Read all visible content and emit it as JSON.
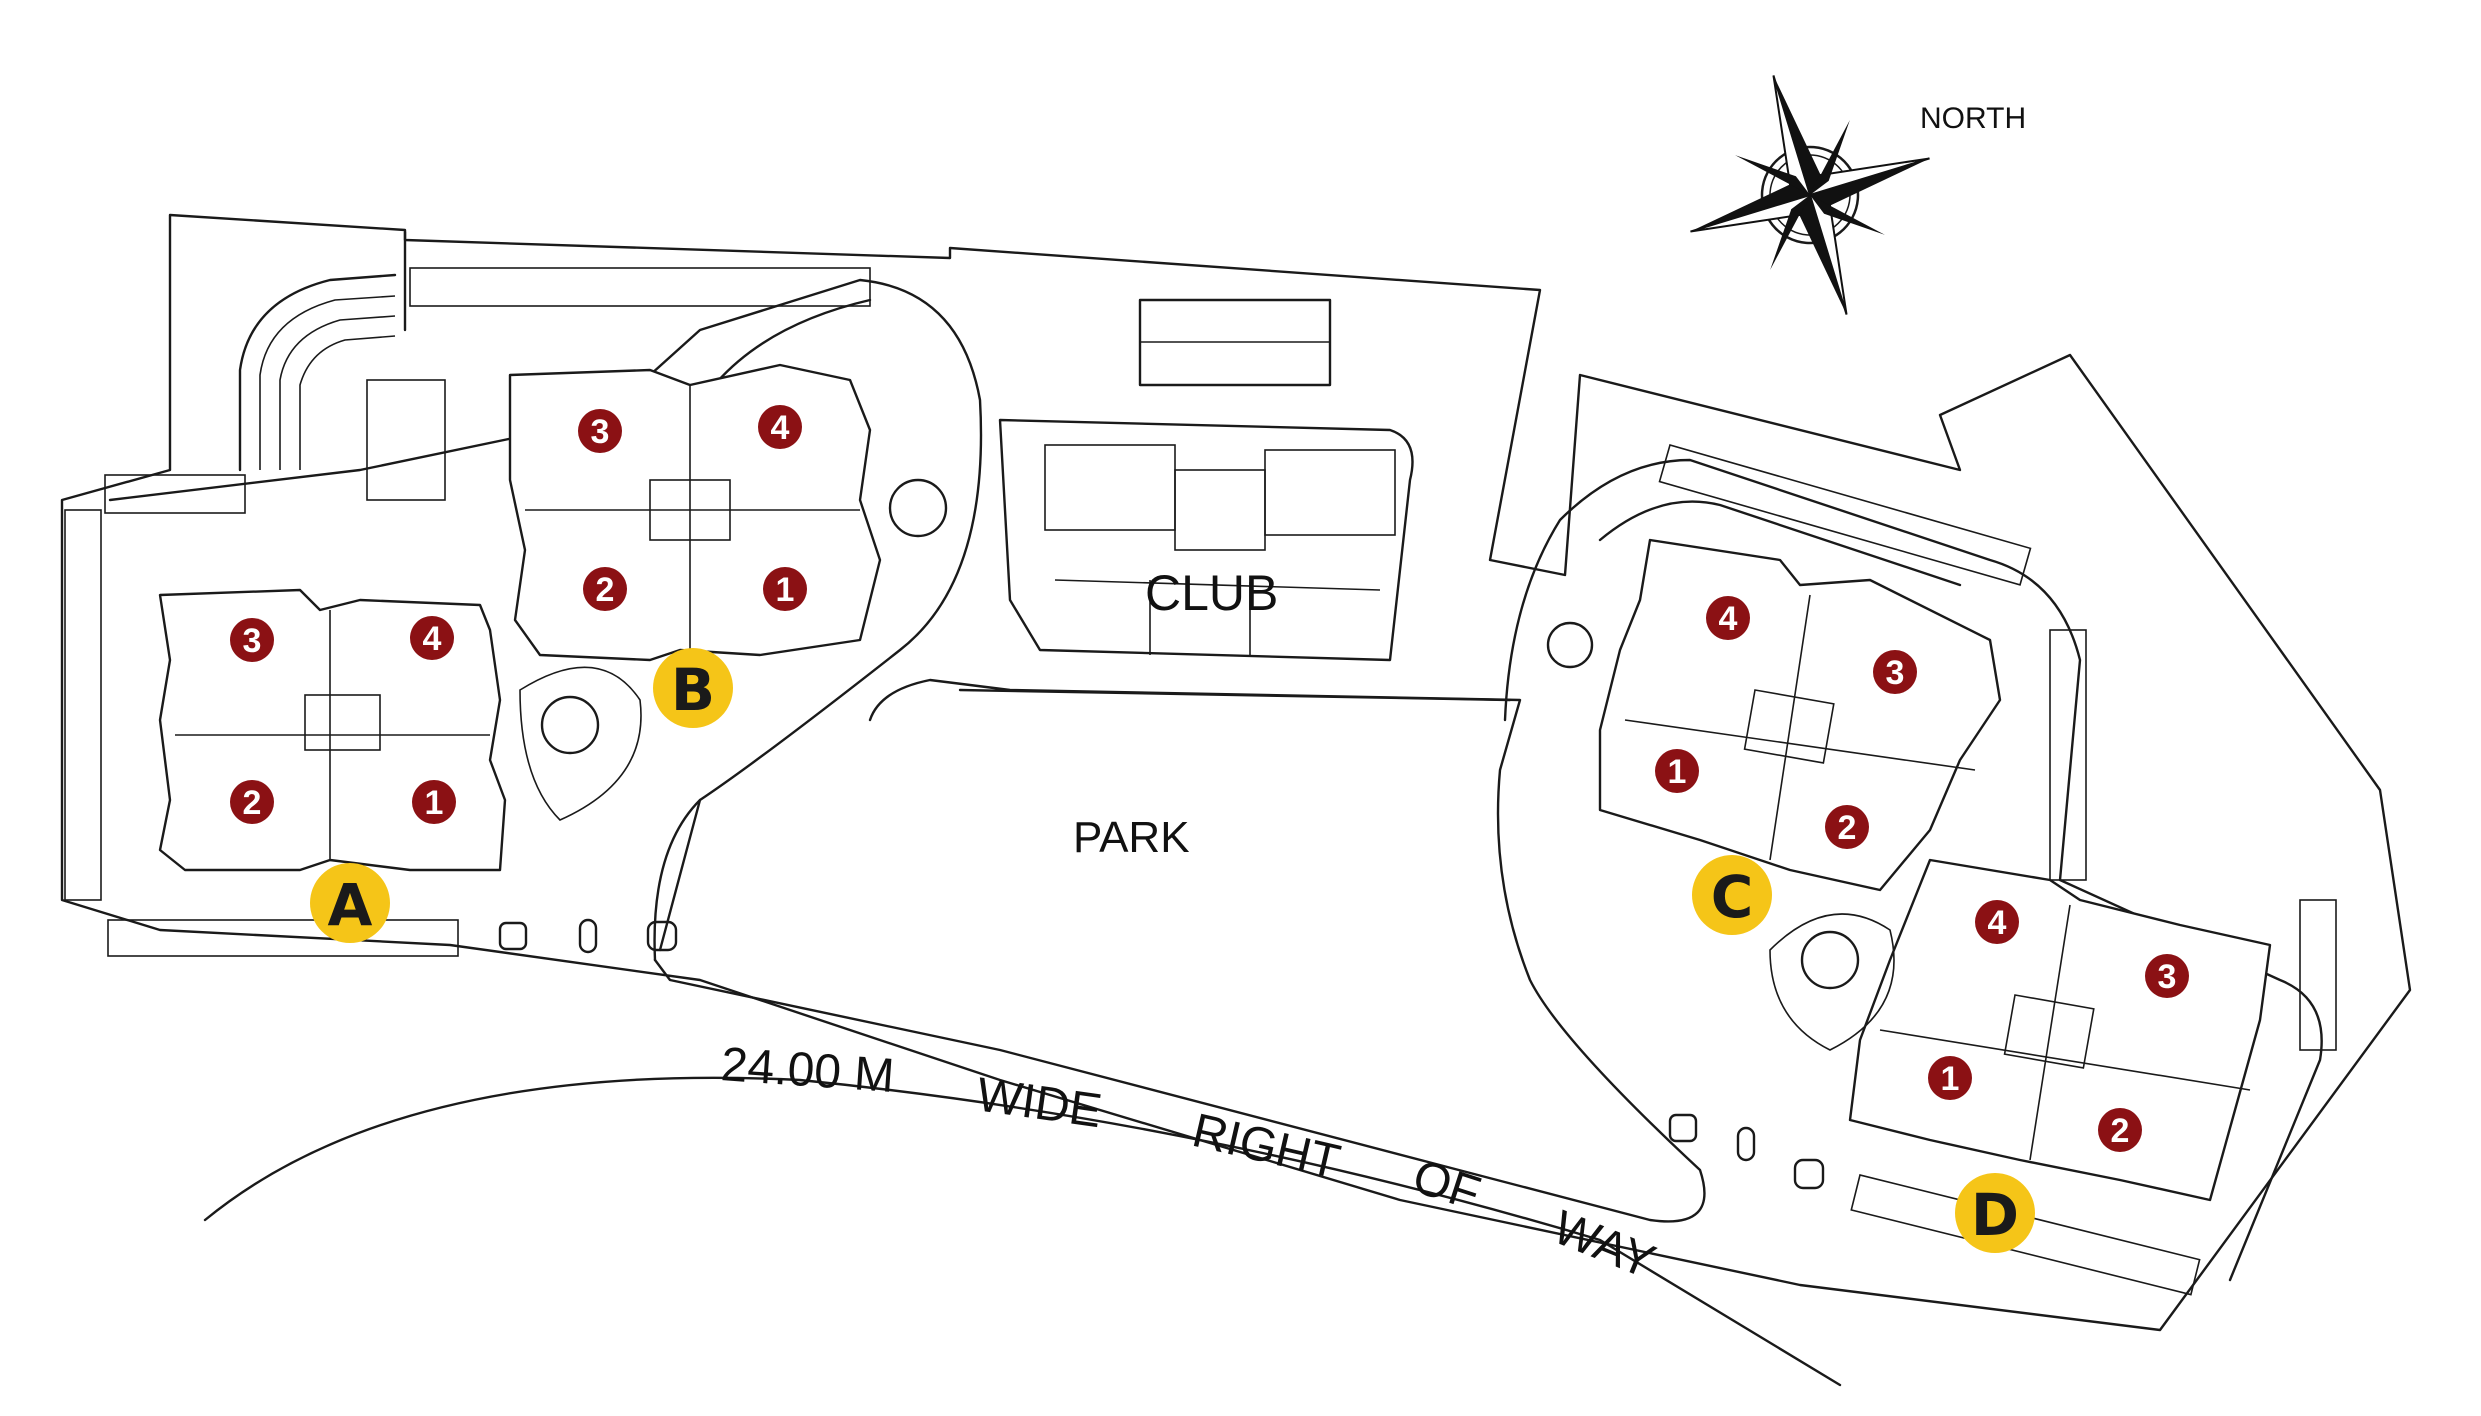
{
  "labels": {
    "club": "CLUB",
    "park": "PARK",
    "road": [
      "24.00 M",
      "WIDE",
      "RIGHT",
      "OF",
      "WAY"
    ],
    "north": "NORTH"
  },
  "towers": [
    "A",
    "B",
    "C",
    "D"
  ],
  "units": [
    "1",
    "2",
    "3",
    "4"
  ],
  "colors": {
    "unit_badge": "#8b1114",
    "tower_badge": "#f5c518",
    "line": "#1a1a1a"
  },
  "icons": [
    "compass-rose-icon"
  ]
}
